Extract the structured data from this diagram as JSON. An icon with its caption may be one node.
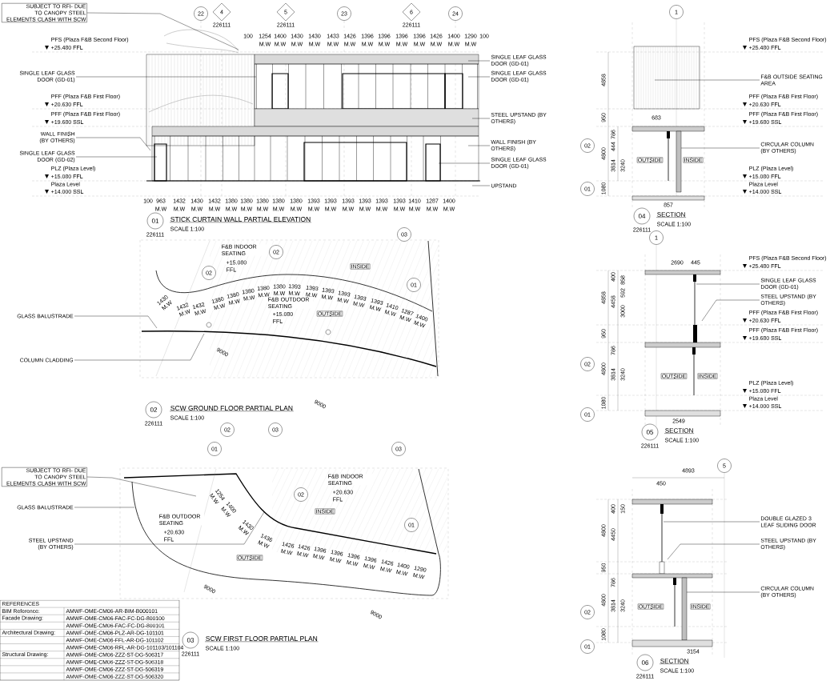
{
  "diagram": {
    "nodes": [
      {
        "text": [
          "SUBJECT TO RFI- DUE TO CANOPY STEEL ELEMENTS CLASH WITH SCW"
        ]
      },
      {
        "text": [
          "SINGLE LEAF GLASS DOOR (GD-01)"
        ]
      },
      {
        "text": [
          "WALL FINISH (BY OTHERS)"
        ]
      },
      {
        "text": [
          "SINGLE LEAF GLASS DOOR (GD-02)"
        ]
      },
      {
        "text": [
          "SINGLE LEAF GLASS DOOR (GD-01)"
        ]
      },
      {
        "text": [
          "SINGLE LEAF GLASS DOOR (GD-01)"
        ]
      },
      {
        "text": [
          "STEEL UPSTAND (BY OTHERS)"
        ]
      },
      {
        "text": [
          "WALL FINISH (BY OTHERS)"
        ]
      },
      {
        "text": [
          "SINGLE LEAF GLASS DOOR (GD-01)"
        ]
      },
      {
        "text": [
          "UPSTAND"
        ]
      },
      {
        "text": [
          "F&B OUTSIDE SEATING AREA"
        ]
      },
      {
        "text": [
          "CIRCULAR COLUMN (BY OTHERS)"
        ]
      },
      {
        "text": [
          "GLASS BALUSTRADE"
        ]
      },
      {
        "text": [
          "COLUMN CLADDING"
        ]
      },
      {
        "text": [
          "SINGLE LEAF GLASS DOOR (GD-01)"
        ]
      },
      {
        "text": [
          "STEEL UPSTAND (BY OTHERS)"
        ]
      },
      {
        "text": [
          "SUBJECT TO RFI- DUE TO CANOPY STEEL ELEMENTS CLASH WITH SCW"
        ]
      },
      {
        "text": [
          "GLASS BALUSTRADE"
        ]
      },
      {
        "text": [
          "STEEL UPSTAND (BY OTHERS)"
        ]
      },
      {
        "text": [
          "DOUBLE GLAZED 3 LEAF SLIDING DOOR"
        ]
      },
      {
        "text": [
          "STEEL UPSTAND (BY OTHERS)"
        ]
      },
      {
        "text": [
          "CIRCULAR COLUMN (BY OTHERS)"
        ]
      }
    ],
    "edges": [
      {
        "from": 0,
        "to": null,
        "arrow": "none"
      },
      {
        "from": 1,
        "to": null,
        "arrow": "none"
      },
      {
        "from": 2,
        "to": null,
        "arrow": "none"
      },
      {
        "from": 3,
        "to": null,
        "arrow": "none"
      },
      {
        "from": 4,
        "to": null,
        "arrow": "none"
      },
      {
        "from": 5,
        "to": null,
        "arrow": "none"
      },
      {
        "from": 6,
        "to": null,
        "arrow": "none"
      },
      {
        "from": 7,
        "to": null,
        "arrow": "none"
      },
      {
        "from": 8,
        "to": null,
        "arrow": "none"
      },
      {
        "from": 9,
        "to": null,
        "arrow": "none"
      },
      {
        "from": 10,
        "to": null,
        "arrow": "none"
      },
      {
        "from": 11,
        "to": null,
        "arrow": "none"
      },
      {
        "from": 12,
        "to": null,
        "arrow": "none"
      },
      {
        "from": 13,
        "to": null,
        "arrow": "none"
      },
      {
        "from": 14,
        "to": null,
        "arrow": "none"
      },
      {
        "from": 15,
        "to": null,
        "arrow": "none"
      },
      {
        "from": 16,
        "to": null,
        "arrow": "none"
      },
      {
        "from": 17,
        "to": null,
        "arrow": "none"
      },
      {
        "from": 18,
        "to": null,
        "arrow": "none"
      },
      {
        "from": 19,
        "to": null,
        "arrow": "none"
      },
      {
        "from": 20,
        "to": null,
        "arrow": "none"
      },
      {
        "from": 21,
        "to": null,
        "arrow": "none"
      }
    ],
    "labels": [
      "22",
      "4",
      "226111",
      "5",
      "226111",
      "23",
      "6",
      "226111",
      "24",
      "100",
      "1254",
      "1400",
      "1430",
      "1430",
      "1433",
      "1426",
      "1396",
      "1396",
      "1396",
      "1396",
      "1426",
      "1400",
      "1290",
      "100",
      "M.W",
      "M.W",
      "M.W",
      "M.W",
      "M.W",
      "M.W",
      "M.W",
      "M.W",
      "M.W",
      "M.W",
      "M.W",
      "M.W",
      "M.W",
      "PFS (Plaza F&B Second Floor)",
      "+25.480 FFL",
      "PFF (Plaza F&B First Floor)",
      "+20.630 FFL",
      "PFF (Plaza F&B First Floor)",
      "+19.680 SSL",
      "PLZ (Plaza Level)",
      "+15.080 FFL",
      "Plaza Level",
      "+14.000 SSL",
      "100",
      "963",
      "1432",
      "1430",
      "1432",
      "1380",
      "1380",
      "1380",
      "1380",
      "1380",
      "1393",
      "1393",
      "1393",
      "1393",
      "1393",
      "1393",
      "1410",
      "1287",
      "1400",
      "M.W",
      "M.W",
      "M.W",
      "M.W",
      "M.W",
      "M.W",
      "M.W",
      "M.W",
      "M.W",
      "M.W",
      "M.W",
      "M.W",
      "M.W",
      "M.W",
      "M.W",
      "M.W",
      "M.W",
      "M.W",
      "01",
      "226111",
      "STICK CURTAIN WALL PARTIAL ELEVATION",
      "SCALE 1:100",
      "1",
      "PFS (Plaza F&B Second Floor)",
      "+25.480 FFL",
      "PFF (Plaza F&B First Floor)",
      "+20.630 FFL",
      "PFF (Plaza F&B First Floor)",
      "+19.680 SSL",
      "PLZ (Plaza Level)",
      "+15.080 FFL",
      "Plaza Level",
      "+14.000 SSL",
      "683",
      "4858",
      "950",
      "786",
      "444",
      "4800",
      "3814",
      "3240",
      "1080",
      "857",
      "02",
      "01",
      "OUTSIDE",
      "INSIDE",
      "04",
      "226111",
      "SECTION",
      "SCALE 1:100",
      "03",
      "F&B INDOOR SEATING",
      "+15.080",
      "FFL",
      "02",
      "02",
      "INSIDE",
      "01",
      "1430",
      "M.W",
      "1432",
      "M.W",
      "1432",
      "M.W",
      "1380",
      "M.W",
      "1380",
      "M.W",
      "1380",
      "M.W",
      "1380",
      "M.W",
      "1380",
      "M.W",
      "1393",
      "M.W",
      "1393",
      "M.W",
      "1393",
      "M.W",
      "1393",
      "M.W",
      "1393",
      "M.W",
      "1393",
      "M.W",
      "1410",
      "M.W",
      "1287",
      "M.W",
      "1400",
      "M.W",
      "F&B OUTDOOR SEATING",
      "+15.080",
      "FFL",
      "OUTSIDE",
      "9000",
      "9000",
      "02",
      "226111",
      "SCW GROUND FLOOR PARTIAL PLAN",
      "SCALE 1:100",
      "1",
      "2690",
      "445",
      "PFS (Plaza F&B Second Floor)",
      "+25.480 FFL",
      "PFF (Plaza F&B First Floor)",
      "+20.630 FFL",
      "PFF (Plaza F&B First Floor)",
      "+19.680 SSL",
      "PLZ (Plaza Level)",
      "+15.080 FFL",
      "Plaza Level",
      "+14.000 SSL",
      "400",
      "4858",
      "4458",
      "858",
      "592",
      "3000",
      "950",
      "786",
      "4800",
      "3814",
      "3240",
      "1080",
      "02",
      "01",
      "OUTSIDE",
      "INSIDE",
      "2549",
      "05",
      "226111",
      "SECTION",
      "SCALE 1:100",
      "02",
      "03",
      "01",
      "03",
      "F&B INDOOR SEATING",
      "+20.630",
      "FFL",
      "02",
      "INSIDE",
      "01",
      "F&B OUTDOOR SEATING",
      "+20.630",
      "FFL",
      "OUTSIDE",
      "1254",
      "M.W",
      "1400",
      "M.W",
      "1430",
      "M.W",
      "1436",
      "M.W",
      "1426",
      "M.W",
      "1426",
      "M.W",
      "1396",
      "M.W",
      "1396",
      "M.W",
      "1396",
      "M.W",
      "1396",
      "M.W",
      "1426",
      "M.W",
      "1400",
      "M.W",
      "1290",
      "M.W",
      "9000",
      "9000",
      "03",
      "226111",
      "SCW FIRST FLOOR PARTIAL PLAN",
      "SCALE 1:100",
      "5",
      "4893",
      "450",
      "400",
      "150",
      "4800",
      "4450",
      "950",
      "786",
      "4800",
      "3814",
      "3240",
      "1080",
      "02",
      "01",
      "OUTSIDE",
      "INSIDE",
      "3154",
      "06",
      "226111",
      "SECTION",
      "SCALE 1:100",
      "REFERENCES",
      "BIM Reference:",
      "AMWF-OME-CM06-AR-BIM-B000101",
      "Facade Drawing:",
      "AMWF-OME-CM06-FAC-FC-DG-800100",
      "AMWF-OME-CM06-FAC-FC-DG-800101",
      "Architectural Drawing:",
      "AMWF-OME-CM06-PLZ-AR-DG-101101",
      "AMWF-OME-CM06-FFL-AR-DG-101102",
      "AMWF-OME-CM06-RFL-AR-DG-101103/101104",
      "Structural Drawing:",
      "AMWF-OME-CM06-ZZZ-ST-DG-506317",
      "AMWF-OME-CM06-ZZZ-ST-DG-506318",
      "AMWF-OME-CM06-ZZZ-ST-DG-506319",
      "AMWF-OME-CM06-ZZZ-ST-DG-506320"
    ]
  }
}
